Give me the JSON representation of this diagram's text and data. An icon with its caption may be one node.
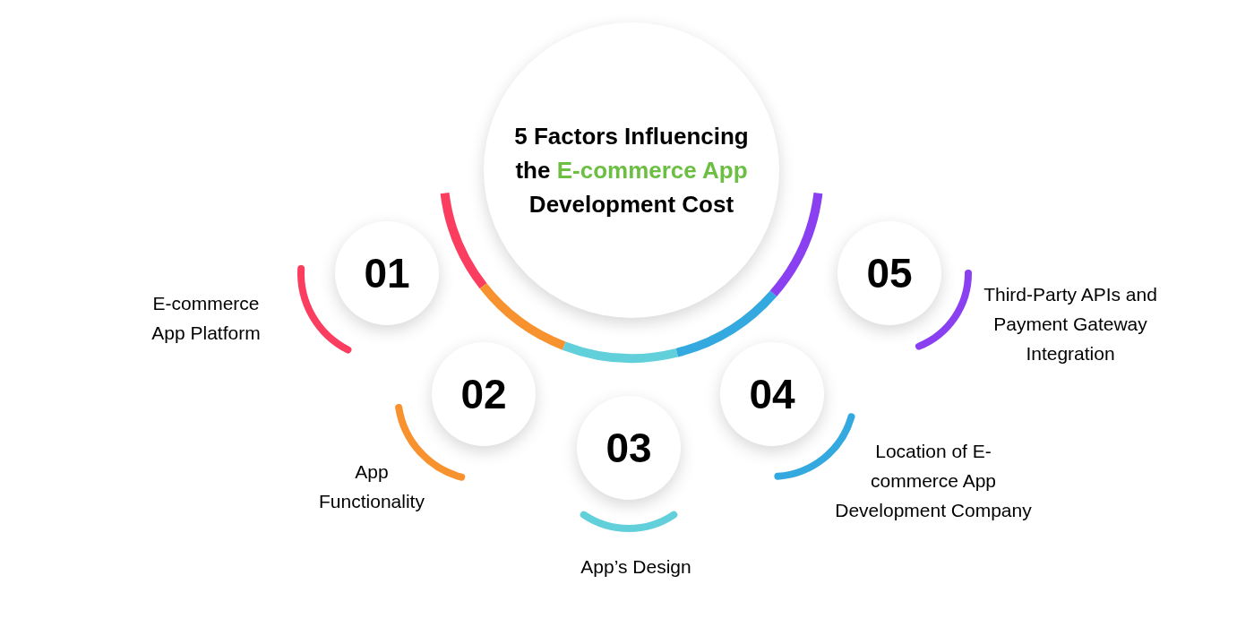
{
  "diagram": {
    "nodes": [
      {
        "text": [
          "5 Factors Influencing the **E-commerce App** Development Cost"
        ]
      },
      {
        "text": [
          "01"
        ],
        "beside": [
          "E-commerce App Platform"
        ]
      },
      {
        "text": [
          "02"
        ],
        "beside": [
          "App Functionality"
        ]
      },
      {
        "text": [
          "03"
        ],
        "beside": [
          "App’s Design"
        ]
      },
      {
        "text": [
          "04"
        ],
        "beside": [
          "Location of E-commerce App Development Company"
        ]
      },
      {
        "text": [
          "05"
        ],
        "beside": [
          "Third-Party APIs and Payment Gateway Integration"
        ]
      }
    ]
  }
}
